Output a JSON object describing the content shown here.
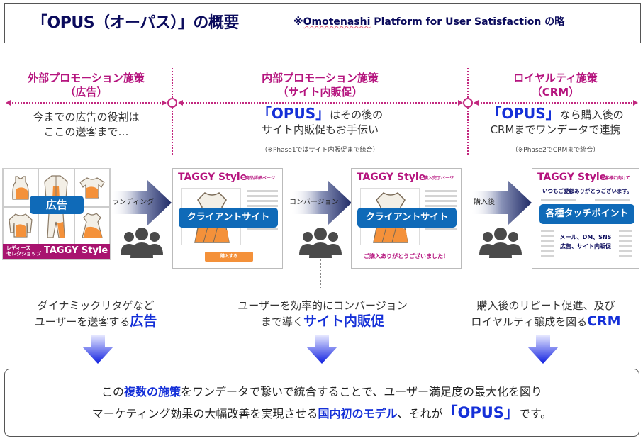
{
  "header": {
    "title": "「OPUS（オーパス）」の概要",
    "note_prefix": "※",
    "note_underlined": "Omotenashi",
    "note_rest": " Platform for User Satisfaction の略"
  },
  "sections": [
    {
      "title_line1": "外部プロモーション施策",
      "title_line2": "（広告）",
      "desc_line1": "今までの広告の役割は",
      "desc_line2": "ここの送客まで…"
    },
    {
      "title_line1": "内部プロモーション施策",
      "title_line2": "（サイト内販促）",
      "opus": "「OPUS」",
      "desc_line1_rest": "はその後の",
      "desc_line2": "サイト内販促もお手伝い",
      "note": "（※Phase1ではサイト内販促まで統合）"
    },
    {
      "title_line1": "ロイヤルティ施策",
      "title_line2": "（CRM）",
      "opus": "「OPUS」",
      "desc_line1_rest": "なら購入後の",
      "desc_line2": "CRMまでワンデータで連携",
      "note": "（※Phase2でCRMまで統合）"
    }
  ],
  "ad_panel": {
    "label": "広告",
    "shop_small_line1": "レディース",
    "shop_small_line2": "セレクショップ",
    "brand": "TAGGY Style"
  },
  "flow": [
    {
      "label": "ランディング"
    },
    {
      "label": "コンバージョン"
    },
    {
      "label": "購入後"
    }
  ],
  "pages": [
    {
      "brand": "TAGGY Style",
      "sub": "商品詳細ページ",
      "label": "クライアントサイト",
      "button": "購入する"
    },
    {
      "brand": "TAGGY Style",
      "sub": "購入完了ページ",
      "label": "クライアントサイト",
      "thanks": "ご購入ありがとうございました！"
    },
    {
      "brand": "TAGGY Style",
      "sub": "お客様に向けて",
      "greeting": "いつもご愛顧ありがとうございます。",
      "label": "各種タッチポイント",
      "channels_line1": "メール、DM、SNS",
      "channels_line2": "広告、サイト内販促"
    }
  ],
  "descriptions": [
    {
      "line1": "ダイナミックリタゲなど",
      "line2_plain": "ユーザーを送客する",
      "line2_bold": "広告"
    },
    {
      "line1": "ユーザーを効率的にコンバージョン",
      "line2_plain": "まで導く",
      "line2_bold": "サイト内販促"
    },
    {
      "line1": "購入後のリピート促進、及び",
      "line2_plain": "ロイヤルティ醸成を図る",
      "line2_bold": "CRM"
    }
  ],
  "summary": {
    "l1_a": "この",
    "l1_b": "複数の施策",
    "l1_c": "をワンデータで繋いで統合することで、ユーザー満足度の最大化を図り",
    "l2_a": "マーケティング効果の大幅改善を実現させる",
    "l2_b": "国内初のモデル",
    "l2_c": "、それが",
    "l2_d": "「OPUS」",
    "l2_e": "です。"
  },
  "colors": {
    "magenta": "#b5147e",
    "blue_emphasis": "#1530d8",
    "label_blue": "#0f6ab8",
    "navy_title": "#0b0b5c",
    "orange": "#f4913a"
  }
}
